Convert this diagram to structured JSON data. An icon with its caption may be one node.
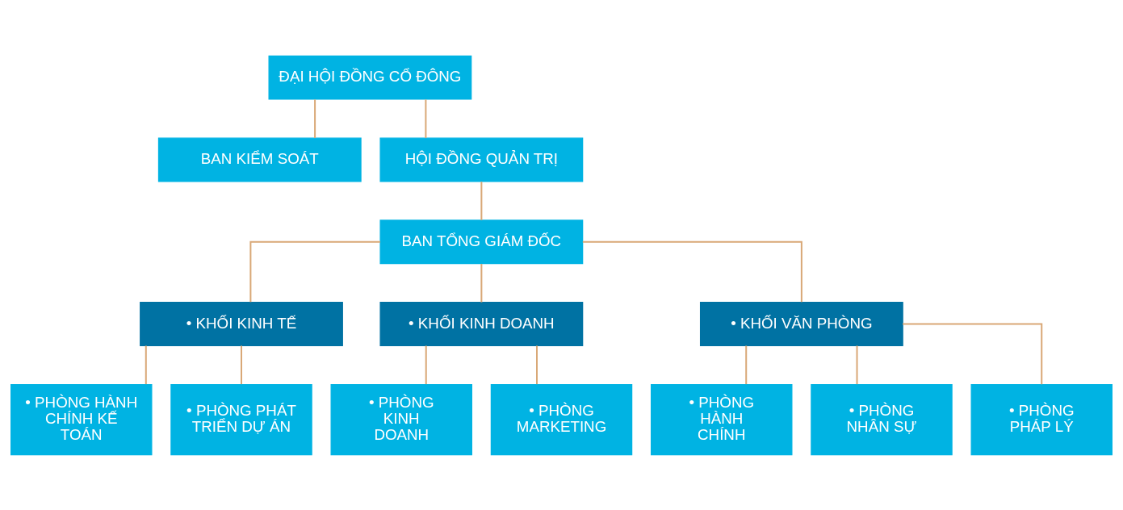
{
  "diagram": {
    "nodes": [
      {
        "text": [
          "ĐẠI HỘI ĐỒNG CỔ ĐÔNG"
        ]
      },
      {
        "text": [
          "BAN KIỂM SOÁT"
        ]
      },
      {
        "text": [
          "HỘI ĐỒNG QUẢN TRỊ"
        ]
      },
      {
        "text": [
          "BAN TỔNG GIÁM ĐỐC"
        ]
      },
      {
        "text": [
          "• KHỐI KINH TẾ"
        ]
      },
      {
        "text": [
          "• KHỐI KINH DOANH"
        ]
      },
      {
        "text": [
          "• KHỐI VĂN PHÒNG"
        ]
      },
      {
        "text": [
          "• PHÒNG HÀNH CHÍNH KẾ TOÁN"
        ]
      },
      {
        "text": [
          "• PHÒNG PHÁT TRIỂN DỰ ÁN"
        ]
      },
      {
        "text": [
          "• PHÒNG KINH DOANH"
        ]
      },
      {
        "text": [
          "• PHÒNG MARKETING"
        ]
      },
      {
        "text": [
          "• PHÒNG HÀNH CHÍNH"
        ]
      },
      {
        "text": [
          "• PHÒNG NHÂN SỰ"
        ]
      },
      {
        "text": [
          "• PHÒNG PHÁP LÝ"
        ]
      }
    ],
    "edges": [
      {
        "from": 0,
        "to": 1,
        "arrow": "none"
      },
      {
        "from": 0,
        "to": 2,
        "arrow": "none"
      },
      {
        "from": 2,
        "to": 3,
        "arrow": "none"
      },
      {
        "from": 3,
        "to": 4,
        "arrow": "none"
      },
      {
        "from": 3,
        "to": 5,
        "arrow": "none"
      },
      {
        "from": 3,
        "to": 6,
        "arrow": "none"
      },
      {
        "from": 4,
        "to": 7,
        "arrow": "none"
      },
      {
        "from": 4,
        "to": 8,
        "arrow": "none"
      },
      {
        "from": 5,
        "to": 9,
        "arrow": "none"
      },
      {
        "from": 5,
        "to": 10,
        "arrow": "none"
      },
      {
        "from": 6,
        "to": 11,
        "arrow": "none"
      },
      {
        "from": 6,
        "to": 12,
        "arrow": "none"
      },
      {
        "from": 6,
        "to": 13,
        "arrow": "none"
      }
    ]
  }
}
